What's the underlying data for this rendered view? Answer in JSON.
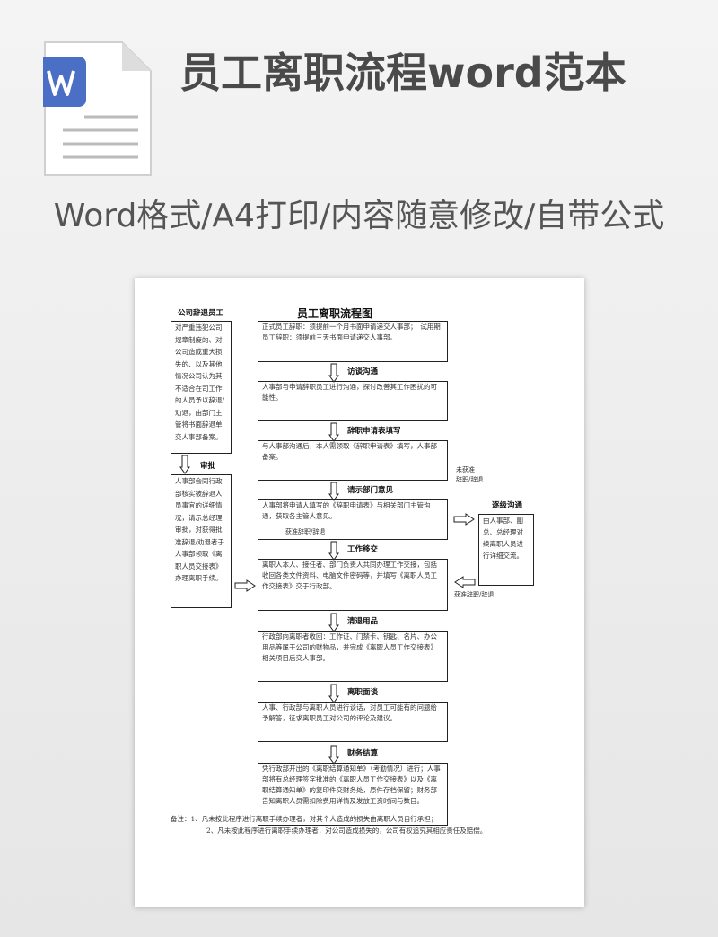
{
  "header": {
    "title": "员工离职流程word范本",
    "subtitle": "Word格式/A4打印/内容随意修改/自带公式",
    "icon": "word-file-icon",
    "icon_letter": "W",
    "accent": "#4a6fc4"
  },
  "doc": {
    "title": "员工离职流程图",
    "left_header": "公司辞退员工",
    "left_box1": "对严重违犯公司规章制度的、对公司造成重大损失的、以及其他情况公司认为其不适合在司工作的人员予以辞退/劝退，由部门主管将书面辞退单交人事部备案。",
    "left_label": "审批",
    "left_box2": "人事部会同行政部核实被辞退人员事宜的详细情况，请示总经理审批，对获得批准辞退/劝退者于人事部领取《离职人员交接表》办理离职手续。",
    "steps": [
      {
        "label": "",
        "text": "正式员工辞职：须提前一个月书面申请递交人事部；　试用期员工辞职：须提前三天书面申请递交人事部。"
      },
      {
        "label": "访谈沟通",
        "text": "人事部与申请辞职员工进行沟通，探讨改善其工作困扰的可能性。"
      },
      {
        "label": "辞职申请表填写",
        "text": "与人事部沟通后，本人需领取《辞职申请表》填写，人事部备案。"
      },
      {
        "label": "请示部门意见",
        "text": "人事部将申请人填写的《辞职申请表》与相关部门主管沟通，获取各主管人意见。",
        "note": "获准辞职/辞退"
      },
      {
        "label": "工作移交",
        "text": "离职人本人、接任者、部门负责人共同办理工作交接，包括收回各类文件资料、电脑文件密码等，并填写《离职人员工作交接表》交于行政部。"
      },
      {
        "label": "清退用品",
        "text": "行政部向离职者收回：工作证、门禁卡、钥匙、名片、办公用品等属于公司的财物品，并完成《离职人员工作交接表》相关项目后交人事部。"
      },
      {
        "label": "离职面谈",
        "text": "人事、行政部与离职人员进行谈话，对员工可能有的问题给予解答，征求离职员工对公司的评论及建议。"
      },
      {
        "label": "财务结算",
        "text": "凭行政部开出的《离职结算通知单》（考勤情况）进行；人事部将有总经理签字批准的《离职人员工作交接表》以及《离职结算通知单》的复印件交财务处，原件存档保留；财务部告知离职人员需扣除费用详情及发放工资时间与数目。"
      }
    ],
    "right_note": "未获准\n辞职/辞退",
    "right_label": "逐级沟通",
    "right_box": "由人事部、副总、总经理对续离职人员进行详细交流。",
    "right_return": "获准辞职/辞退",
    "notes": [
      "备注：1、凡未按此程序进行离职手续办理者，对其个人造成的损失由离职人员自行承担；",
      "2、凡未按此程序进行离职手续办理者，对公司造成损失的，公司有权追究其相应责任及赔偿。"
    ]
  }
}
